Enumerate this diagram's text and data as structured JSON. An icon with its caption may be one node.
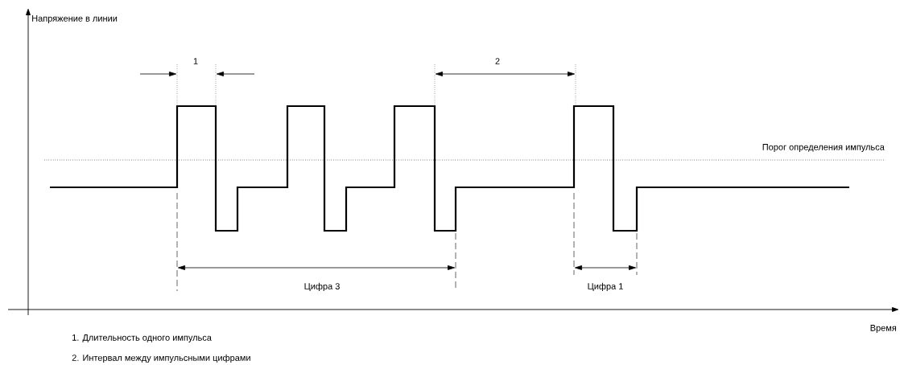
{
  "diagram": {
    "labels": [
      "Напряжение в линии",
      "1",
      "2",
      "Порог определения импульса",
      "Цифра 3",
      "Цифра 1",
      "Время",
      "1. Длительность одного импульса",
      "2. Интервал между импульсными цифрами"
    ]
  }
}
